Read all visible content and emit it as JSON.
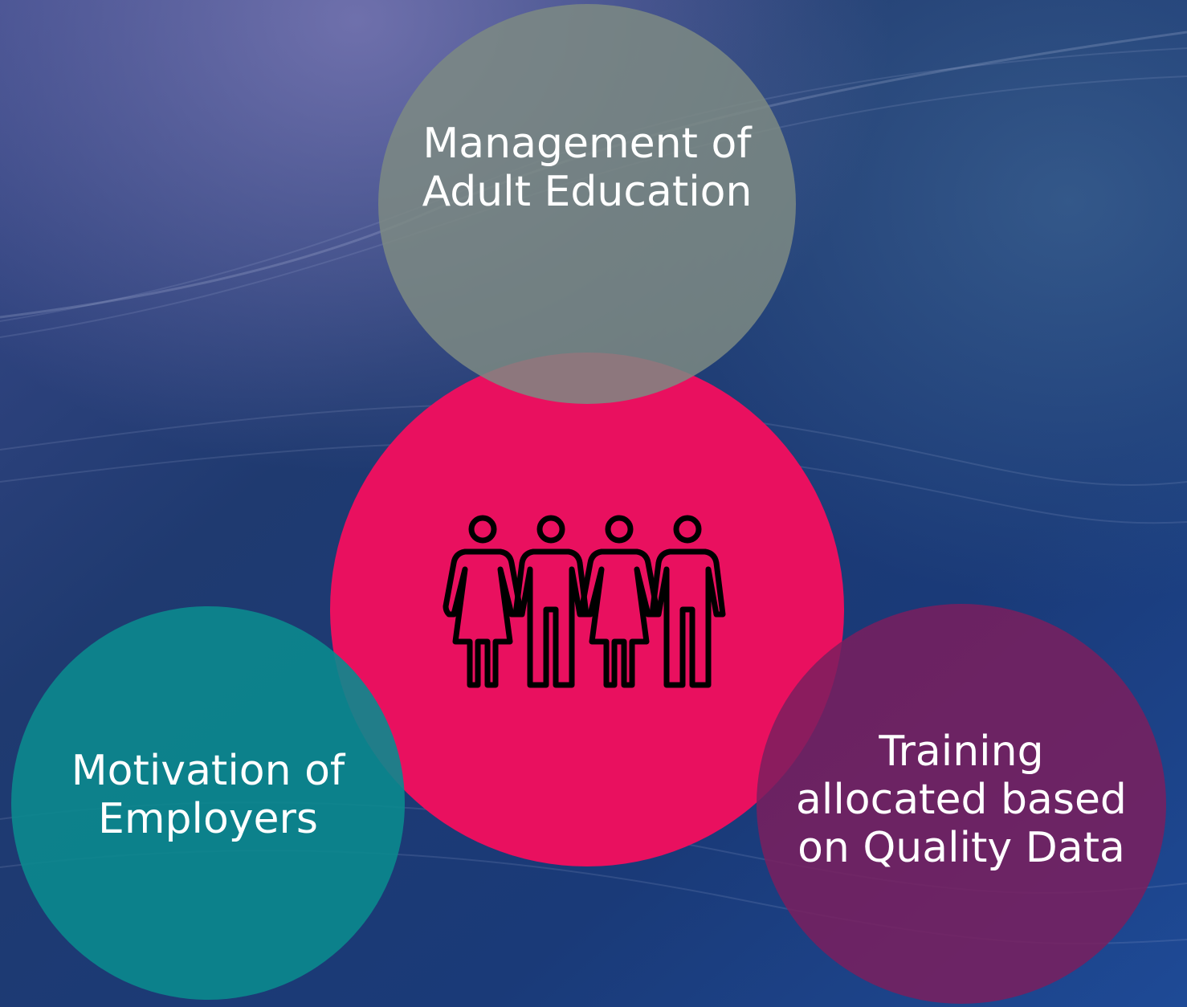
{
  "diagram": {
    "center": {
      "icon": "people-group-icon",
      "color": "#E9105F"
    },
    "top": {
      "label": "Management of\nAdult Education",
      "color": "#7D8A83"
    },
    "left": {
      "label": "Motivation of\nEmployers",
      "color": "#0B8A8E"
    },
    "right": {
      "label": "Training\nallocated based\non Quality Data",
      "color": "#7A1E5E"
    }
  },
  "colors": {
    "background_dark": "#1A3466",
    "background_light": "#5E6AA4",
    "icon_stroke": "#000000"
  }
}
